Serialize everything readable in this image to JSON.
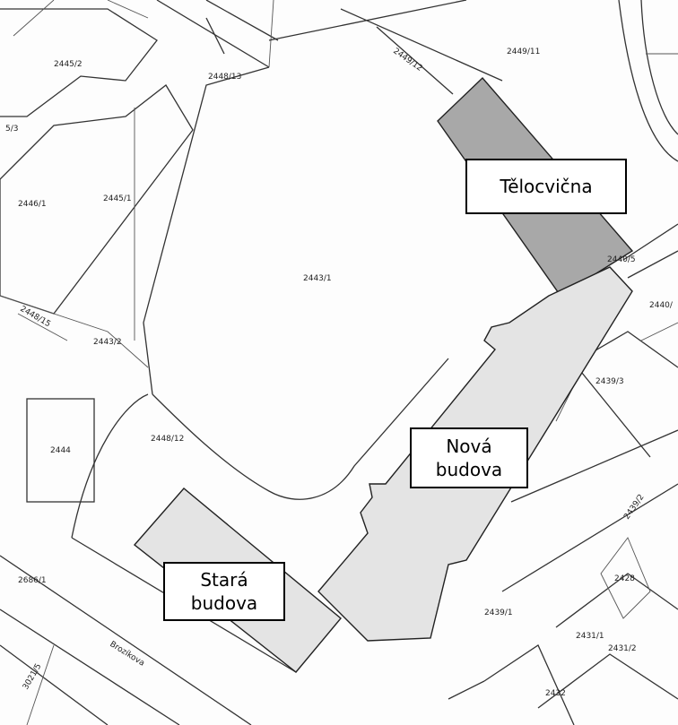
{
  "map": {
    "buildings": {
      "gym": "Tělocvična",
      "new_line1": "Nová",
      "new_line2": "budova",
      "old_line1": "Stará",
      "old_line2": "budova"
    },
    "parcels": {
      "p2445_2": "2445/2",
      "p2448_13": "2448/13",
      "p2449_12": "2449/12",
      "p2449_11": "2449/11",
      "p5_3": "5/3",
      "p2446_1": "2446/1",
      "p2445_1": "2445/1",
      "p2443_1": "2443/1",
      "p2440_5": "2440/5",
      "p2440": "2440/",
      "p2448_15": "2448/15",
      "p2443_2": "2443/2",
      "p2439_3": "2439/3",
      "p2444": "2444",
      "p2448_12": "2448/12",
      "p2439_2": "2439/2",
      "p2686_1": "2686/1",
      "p2428": "2428",
      "p2439_1": "2439/1",
      "p2431_1": "2431/1",
      "p2431_2": "2431/2",
      "p2432": "2432",
      "p3021_5": "3021/5",
      "street": "Brozíkova"
    }
  }
}
